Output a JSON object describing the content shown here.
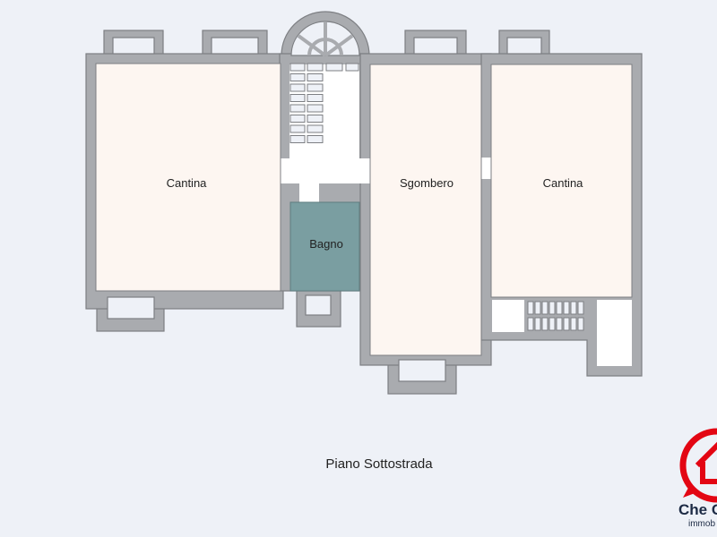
{
  "plan": {
    "rooms": [
      {
        "label": "Cantina"
      },
      {
        "label": "Bagno"
      },
      {
        "label": "Sgombero"
      },
      {
        "label": "Cantina"
      }
    ],
    "caption": "Piano Sottostrada"
  },
  "logo": {
    "text": "Che C",
    "subtext": "immob"
  },
  "colors": {
    "room_fill": "#fdf6f1",
    "bathroom_fill": "#7a9ea1",
    "wall": "#a9abaf",
    "logo_red": "#e30613",
    "background": "#eef1f7"
  }
}
